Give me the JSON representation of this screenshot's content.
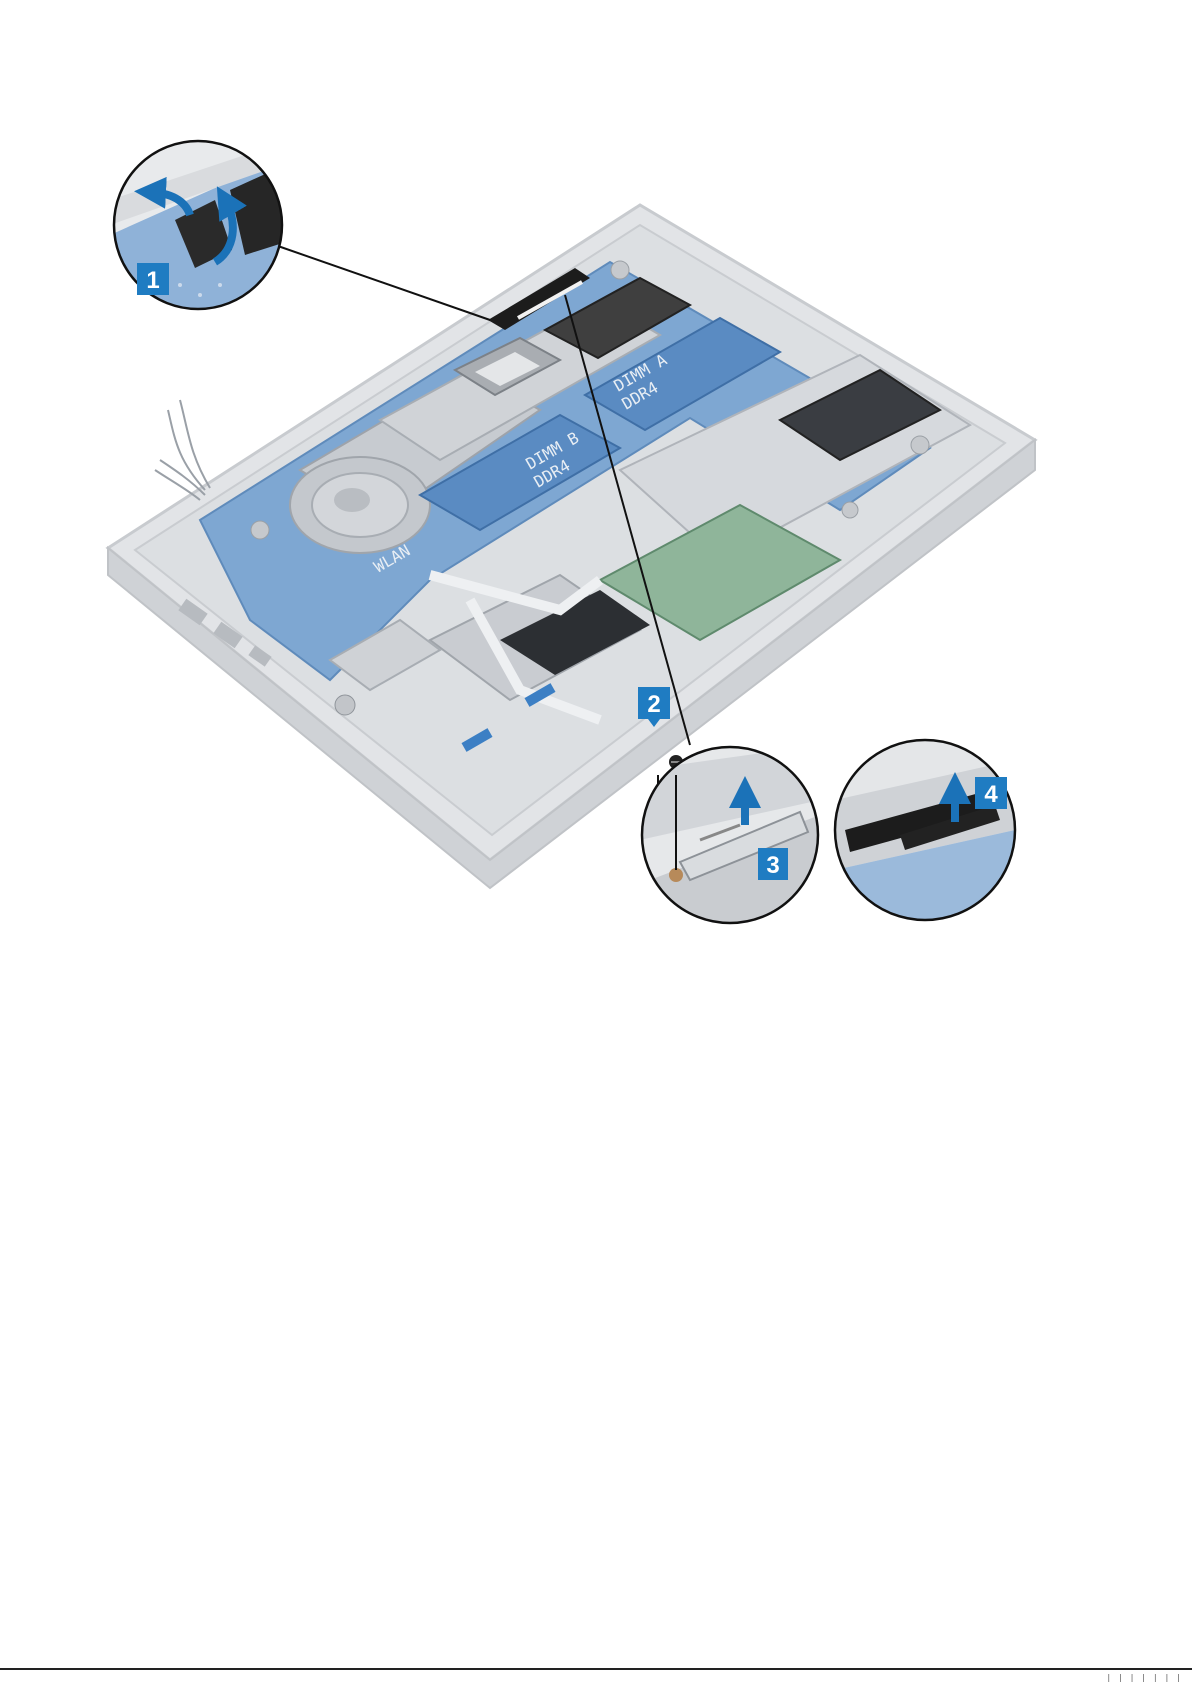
{
  "figure": {
    "steps": [
      {
        "number": "1",
        "color": "#1f7cc2"
      },
      {
        "number": "2",
        "color": "#1f7cc2"
      },
      {
        "number": "3",
        "color": "#1f7cc2"
      },
      {
        "number": "4",
        "color": "#1f7cc2"
      }
    ],
    "board_labels": {
      "dimm_a_line1": "DIMM A",
      "dimm_a_line2": "DDR4",
      "dimm_b_line1": "DIMM B",
      "dimm_b_line2": "DDR4",
      "wlan": "WLAN"
    },
    "icons": [
      "arrow-up-icon",
      "arrow-rotate-icon",
      "screw-icon"
    ],
    "colors": {
      "chassis": "#d5d7da",
      "board": "#7ea7d2",
      "callout_label": "#1f7cc2",
      "arrow": "#1b72b8",
      "cable": "#1c1c1c"
    }
  }
}
